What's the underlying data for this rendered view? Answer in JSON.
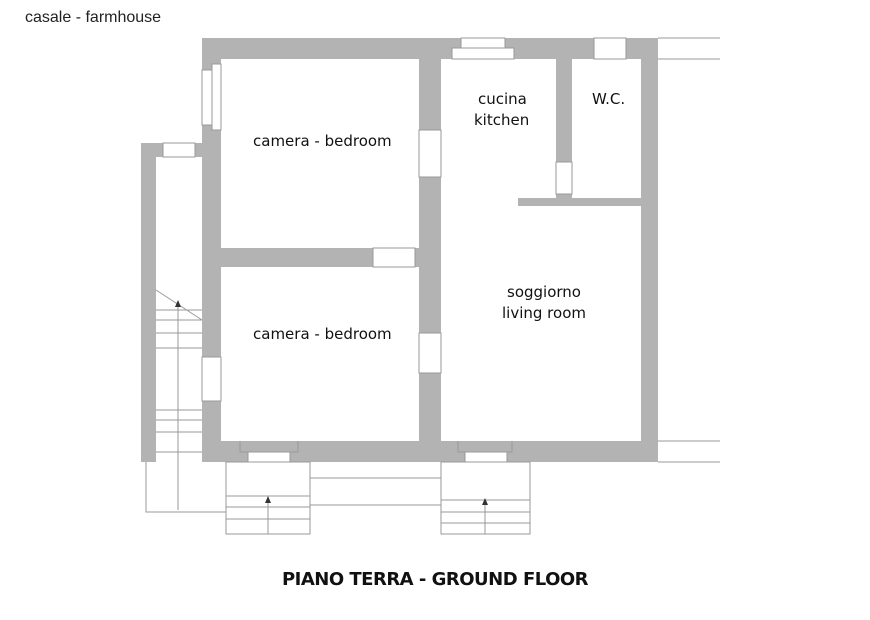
{
  "header": {
    "label": "casale - farmhouse"
  },
  "rooms": {
    "bedroom_top": "camera - bedroom",
    "bedroom_bottom": "camera - bedroom",
    "kitchen_it": "cucina",
    "kitchen_en": "kitchen",
    "wc": "W.C.",
    "living_it": "soggiorno",
    "living_en": "living room"
  },
  "footer": {
    "title": "PIANO TERRA - GROUND FLOOR"
  },
  "colors": {
    "wall": "#b3b3b3",
    "line": "#999999",
    "text": "#111111"
  }
}
